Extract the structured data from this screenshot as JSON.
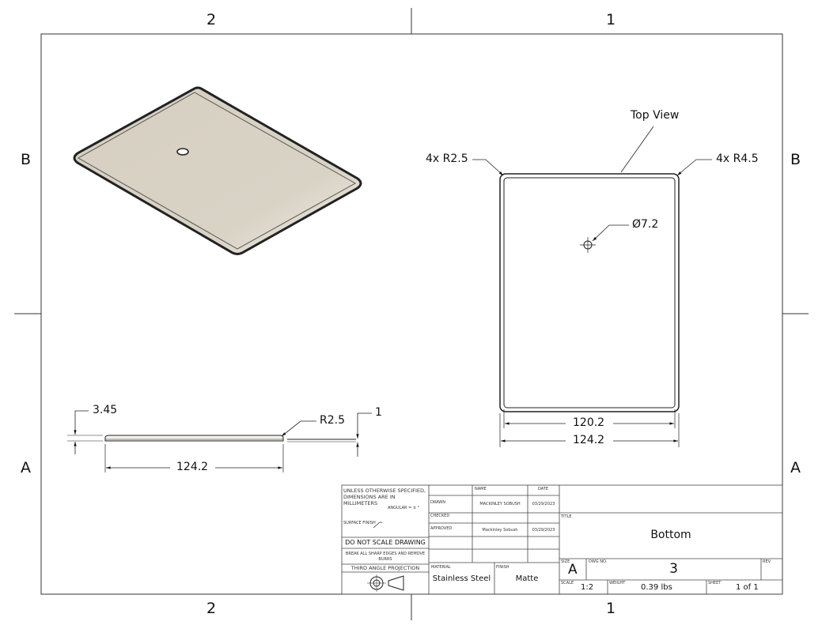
{
  "zones": {
    "top_left": "2",
    "top_right": "1",
    "bottom_left": "2",
    "bottom_right": "1",
    "left_upper": "B",
    "left_lower": "A",
    "right_upper": "B",
    "right_lower": "A"
  },
  "top_view": {
    "label": "Top View",
    "corner_radius_left": "4x R2.5",
    "corner_radius_right": "4x R4.5",
    "hole_diameter": "Ø7.2",
    "inner_width": "120.2",
    "outer_width": "124.2"
  },
  "side_view": {
    "height": "3.45",
    "radius": "R2.5",
    "thickness": "1",
    "width": "124.2"
  },
  "title_block": {
    "tolerance_note": "UNLESS OTHERWISE SPECIFIED, DIMENSIONS ARE IN MILLIMETERS",
    "angular": "ANGULAR = ± °",
    "surface_finish": "SURFACE FINISH",
    "do_not_scale": "DO NOT SCALE DRAWING",
    "break_edges": "BREAK ALL SHARP EDGES AND REMOVE BURRS",
    "projection": "THIRD ANGLE PROJECTION",
    "name_header": "NAME",
    "date_header": "DATE",
    "drawn_label": "DRAWN",
    "drawn_name": "MACKINLEY SOBUSH",
    "drawn_date": "03/29/2023",
    "checked_label": "CHECKED",
    "approved_label": "APPROVED",
    "approved_name": "Mackinley Sobush",
    "approved_date": "03/29/2023",
    "material_label": "MATERIAL",
    "material": "Stainless Steel",
    "finish_label": "FINISH",
    "finish": "Matte",
    "title_label": "TITLE",
    "title": "Bottom",
    "size_label": "SIZE",
    "size": "A",
    "dwg_no_label": "DWG NO.",
    "dwg_no": "3",
    "rev_label": "REV.",
    "scale_label": "SCALE",
    "scale": "1:2",
    "weight_label": "WEIGHT",
    "weight": "0.39 lbs",
    "sheet_label": "SHEET",
    "sheet": "1 of 1"
  }
}
